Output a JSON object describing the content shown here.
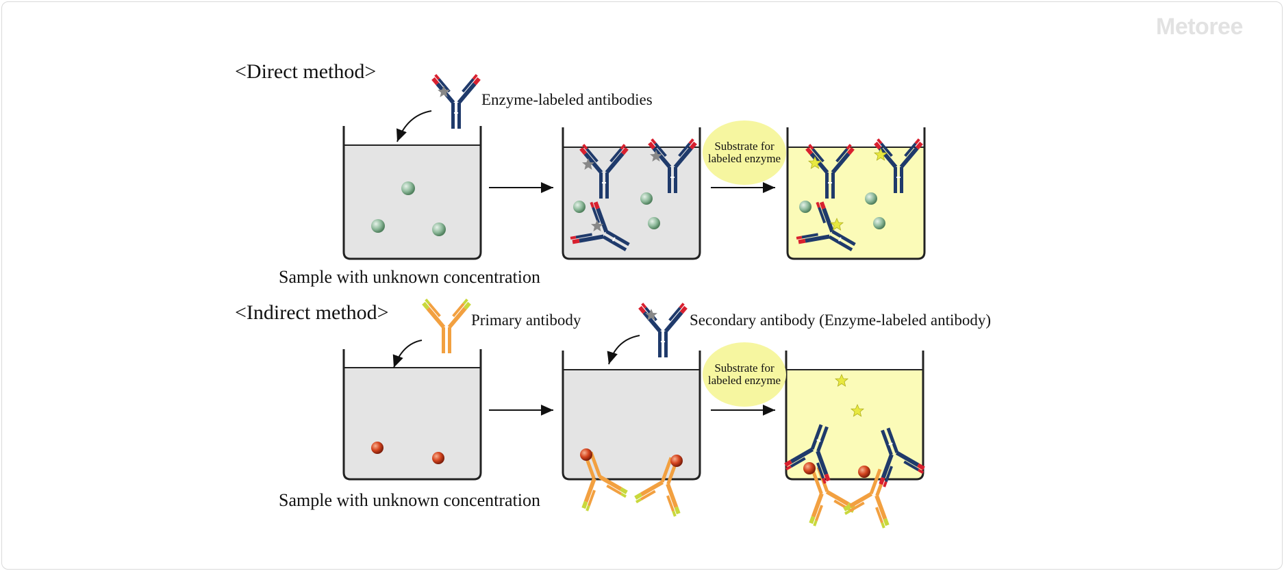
{
  "watermark": "Metoree",
  "direct": {
    "title": "<Direct method>",
    "reagent_label": "Enzyme-labeled antibodies",
    "substrate_label": "Substrate for labeled enzyme",
    "sample_label": "Sample with unknown concentration"
  },
  "indirect": {
    "title": "<Indirect method>",
    "primary_label": "Primary antibody",
    "secondary_label": "Secondary antibody (Enzyme-labeled antibody)",
    "substrate_label": "Substrate for labeled enzyme",
    "sample_label": "Sample with unknown concentration"
  },
  "colors": {
    "antibody_heavy": "#1f3a6b",
    "antibody_tip": "#d8202f",
    "primary_antibody": "#f2a040",
    "primary_tip": "#c9d83c",
    "antigen_green": "#7fae8c",
    "antigen_red": "#c83a1e",
    "liquid": "#e4e4e4",
    "liquid_yellow": "#fbfbb8",
    "enzyme_star": "#888888",
    "signal_star": "#e8e840"
  }
}
